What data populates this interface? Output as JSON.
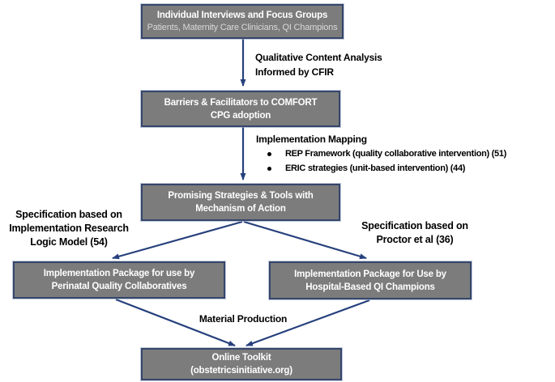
{
  "colors": {
    "box_fill": "#7c7c7c",
    "box_border": "#35466b",
    "arrow": "#26407c",
    "box_text": "#ffffff",
    "box_subtitle": "#d9d9d9",
    "label_text": "#000000"
  },
  "boxes": {
    "interviews": {
      "title": "Individual Interviews and Focus Groups",
      "subtitle": "Patients, Maternity Care Clinicians, QI Champions"
    },
    "barriers": {
      "lines": [
        "Barriers & Facilitators to COMFORT",
        "CPG adoption"
      ]
    },
    "strategies": {
      "lines": [
        "Promising Strategies & Tools with",
        "Mechanism of Action"
      ]
    },
    "package_collaboratives": {
      "lines": [
        "Implementation Package for use by",
        "Perinatal Quality Collaboratives"
      ]
    },
    "package_champions": {
      "lines": [
        "Implementation Package for Use by",
        "Hospital-Based QI Champions"
      ]
    },
    "toolkit": {
      "lines": [
        "Online Toolkit",
        "(obstetricsinitiative.org)"
      ]
    }
  },
  "labels": {
    "qualitative": {
      "lines": [
        "Qualitative Content Analysis",
        "Informed by CFIR"
      ]
    },
    "mapping": {
      "heading": "Implementation Mapping",
      "bullets": [
        "REP Framework (quality collaborative intervention) (51)",
        "ERIC strategies (unit-based intervention) (44)"
      ]
    },
    "spec_left": {
      "lines": [
        "Specification based on",
        "Implementation Research",
        "Logic Model (54)"
      ]
    },
    "spec_right": {
      "lines": [
        "Specification based on",
        "Proctor et al (36)"
      ]
    },
    "material": "Material Production"
  }
}
